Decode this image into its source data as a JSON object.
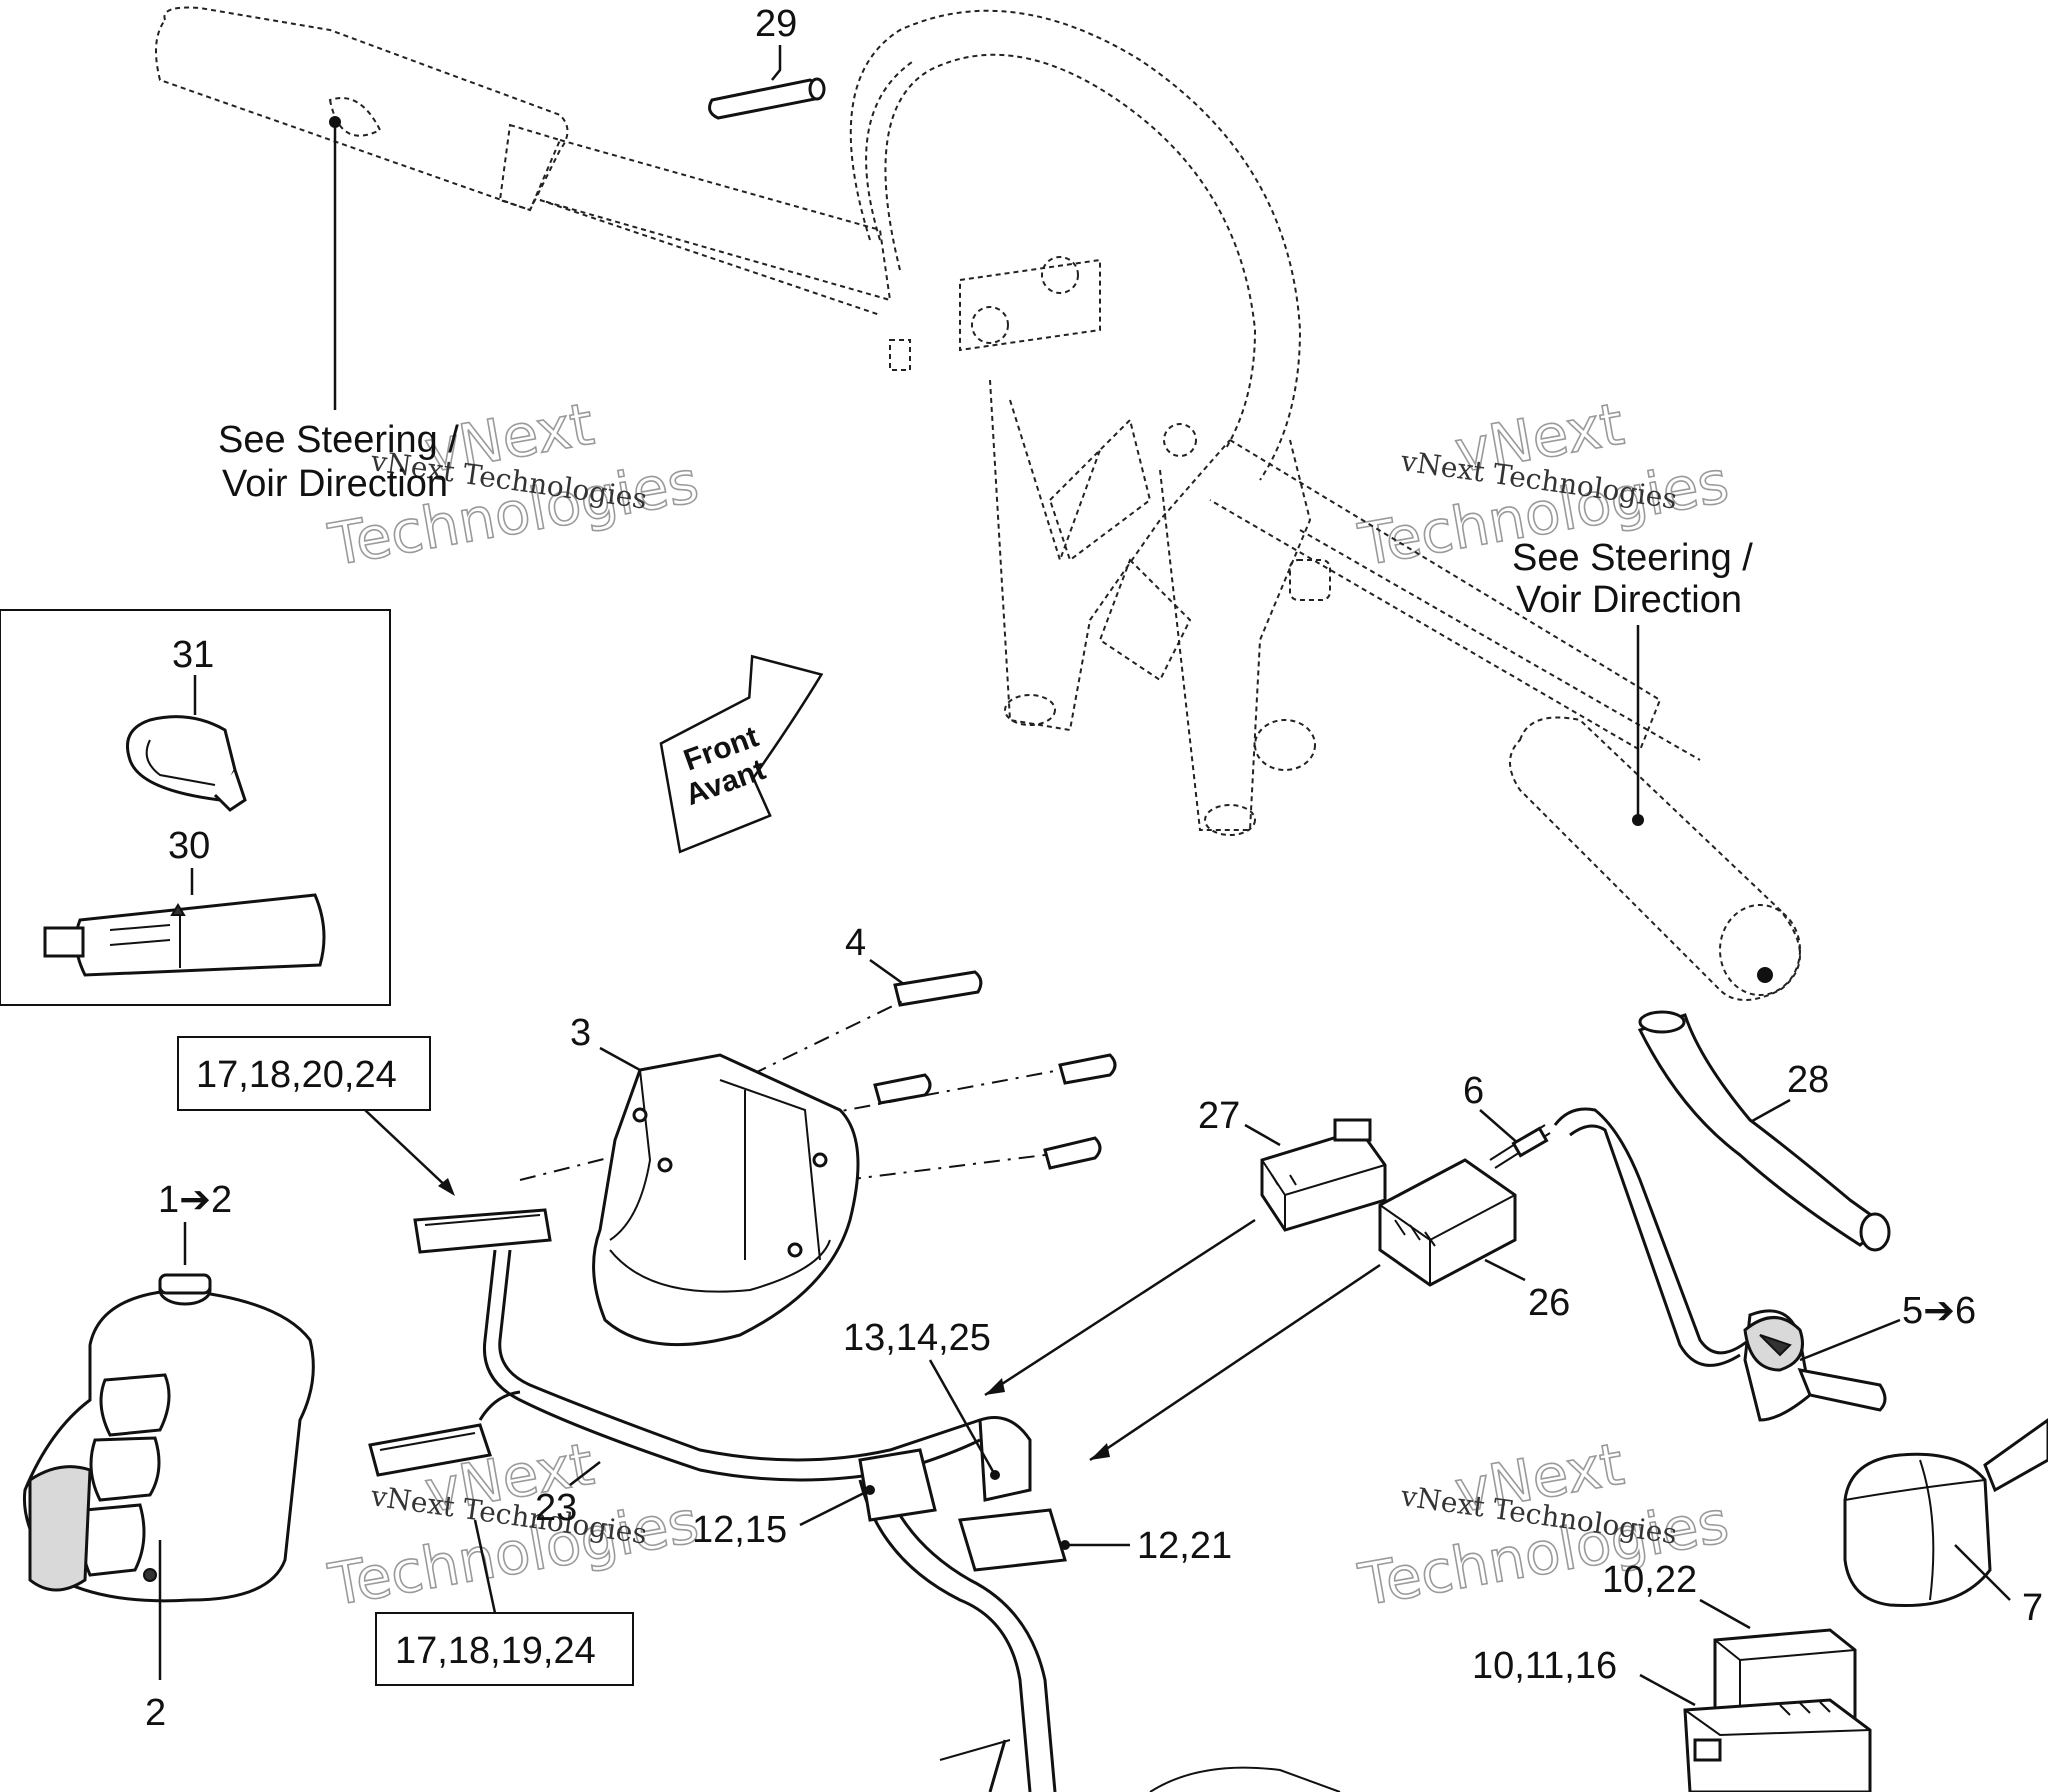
{
  "callouts": {
    "c29": "29",
    "c31": "31",
    "c30": "30",
    "c4": "4",
    "c3": "3",
    "c27": "27",
    "c6": "6",
    "c28": "28",
    "c1_2": "1➔2",
    "c13_14_25": "13,14,25",
    "c26": "26",
    "c5_6": "5➔6",
    "c23": "23",
    "c12_15": "12,15",
    "c12_21": "12,21",
    "c2": "2",
    "c10_22": "10,22",
    "c10_11_16": "10,11,16",
    "c7": "7"
  },
  "boxes": {
    "box_top": "17,18,20,24",
    "box_bottom": "17,18,19,24"
  },
  "notes": {
    "left_line1": "See Steering /",
    "left_line2": "Voir Direction",
    "right_line1": "See Steering /",
    "right_line2": "Voir Direction"
  },
  "direction": {
    "line1": "Front",
    "line2": "Avant"
  },
  "watermark": {
    "brand_line1": "vNext",
    "brand_line2": "Technologies",
    "small": "vNext Technologies"
  }
}
